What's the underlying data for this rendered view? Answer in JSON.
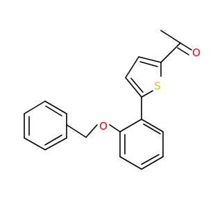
{
  "molecule": {
    "atoms": {
      "oxygen_carbonyl": {
        "label": "O",
        "color": "#ff0000"
      },
      "sulfur": {
        "label": "S",
        "color": "#cccc00"
      },
      "oxygen_ether": {
        "label": "O",
        "color": "#ff0000"
      }
    },
    "bond_color": "#000000"
  }
}
